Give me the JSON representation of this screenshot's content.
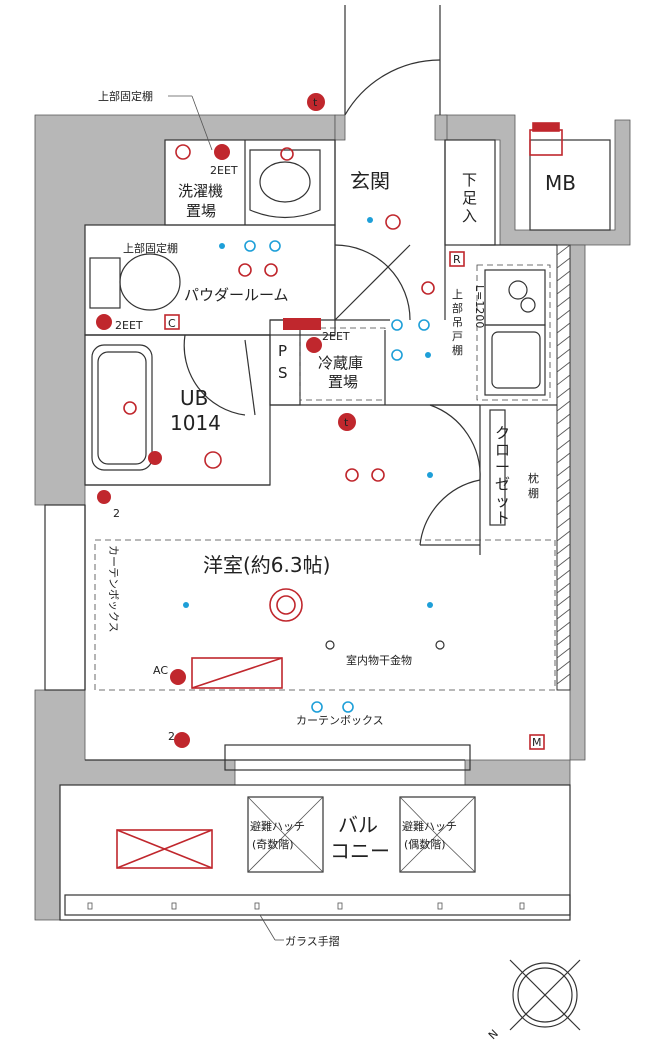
{
  "labels": {
    "upper_shelf_top": "上部固定棚",
    "laundry_1": "洗濯機",
    "laundry_2": "置場",
    "entrance": "玄関",
    "shoe_1": "下",
    "shoe_2": "足",
    "shoe_3": "入",
    "mb": "MB",
    "upper_shelf_mid": "上部固定棚",
    "powder_room": "パウダールーム",
    "eet_1": "2EET",
    "eet_2": "2EET",
    "eet_3": "2EET",
    "c_mark": "C",
    "r_mark": "R",
    "ps_1": "P",
    "ps_2": "S",
    "fridge_1": "冷蔵庫",
    "fridge_2": "置場",
    "cupboard_1": "上",
    "cupboard_2": "部",
    "cupboard_3": "吊",
    "cupboard_4": "戸",
    "cupboard_5": "棚",
    "cupboard_len": "L=1200",
    "ub_1": "UB",
    "ub_2": "1014",
    "t_1": "t",
    "t_2": "t",
    "closet_1": "ク",
    "closet_2": "ロ",
    "closet_3": "ー",
    "closet_4": "ゼ",
    "closet_5": "ッ",
    "closet_6": "ト",
    "pillow_1": "枕",
    "pillow_2": "棚",
    "western_room": "洋室(約6.3帖)",
    "curtain_box_left": "カーテンボックス",
    "indoor_dry": "室内物干金物",
    "ac": "AC",
    "curtain_box_bottom": "カーテンボックス",
    "two_1": "2",
    "two_2": "2",
    "m_mark": "M",
    "hatch_odd_1": "避難ハッチ",
    "hatch_odd_2": "(奇数階)",
    "hatch_even_1": "避難ハッチ",
    "hatch_even_2": "(偶数階)",
    "balcony_1": "バル",
    "balcony_2": "コニー",
    "glass_rail": "ガラス手摺",
    "north": "N"
  },
  "colors": {
    "outlet_red": "#c0272d",
    "light_blue": "#1e9fd8",
    "wall_gray": "#b7b7b7"
  }
}
